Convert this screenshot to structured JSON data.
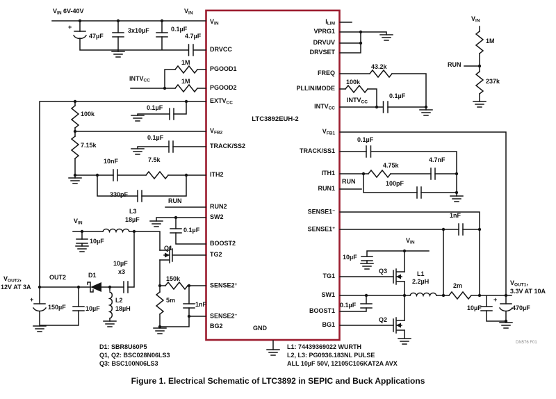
{
  "caption": "Figure 1. Electrical Schematic of LTC3892 in SEPIC and Buck Applications",
  "doc_code": "DN576 F01",
  "chip": {
    "name": "LTC3892EUH-2",
    "gnd": "GND",
    "border_color": "#9c1c2e",
    "pins_left": [
      {
        "base": "V",
        "sub": "IN"
      },
      {
        "base": "DRVCC"
      },
      {
        "base": "PGOOD1"
      },
      {
        "base": "PGOOD2"
      },
      {
        "base": "EXTV",
        "sub": "CC"
      },
      {
        "base": "V",
        "sub": "FB2"
      },
      {
        "base": "TRACK/SS2"
      },
      {
        "base": "ITH2"
      },
      {
        "base": "RUN2"
      },
      {
        "base": "SW2"
      },
      {
        "base": "BOOST2"
      },
      {
        "base": "TG2"
      },
      {
        "base": "SENSE2",
        "sup": "+"
      },
      {
        "base": "SENSE2",
        "sup": "−"
      },
      {
        "base": "BG2"
      }
    ],
    "pins_right": [
      {
        "base": "I",
        "sub": "LIM"
      },
      {
        "base": "VPRG1"
      },
      {
        "base": "DRVUV"
      },
      {
        "base": "DRVSET"
      },
      {
        "base": "FREQ"
      },
      {
        "base": "PLLIN/MODE"
      },
      {
        "base": "INTV",
        "sub": "CC"
      },
      {
        "base": "V",
        "sub": "FB1"
      },
      {
        "base": "TRACK/SS1"
      },
      {
        "base": "ITH1"
      },
      {
        "base": "RUN1"
      },
      {
        "base": "SENSE1",
        "sup": "−"
      },
      {
        "base": "SENSE1",
        "sup": "+"
      },
      {
        "base": "TG1"
      },
      {
        "base": "SW1"
      },
      {
        "base": "BOOST1"
      },
      {
        "base": "BG1"
      }
    ]
  },
  "nets": {
    "vin_base": "V",
    "vin_sub": "IN",
    "vin_range_tail": " 6V-40V",
    "intvcc_base": "INTV",
    "intvcc_sub": "CC",
    "run": "RUN",
    "vout2_base": "V",
    "vout2_sub": "OUT2",
    "vout2_tail": ",",
    "vout2_line2": "12V AT 3A",
    "vout1_base": "V",
    "vout1_sub": "OUT1",
    "vout1_tail": ",",
    "vout1_line2": "3.3V AT 10A",
    "out2": "OUT2"
  },
  "values": {
    "plus": "+",
    "c_in_bulk": "47µF",
    "c_in_cer": "3x10µF",
    "c_in_hf": "0.1µF",
    "c_drvcc": "4.7µF",
    "r_pgood1": "1M",
    "r_pgood2": "1M",
    "c_extvcc": "0.1µF",
    "r_fb2_top": "100k",
    "r_fb2_bot": "7.15k",
    "c_ss2": "0.1µF",
    "r_ith2": "7.5k",
    "c_ith2": "10nF",
    "c_ith2_hf": "330pF",
    "l3_ref": "L3",
    "l3_val": "18µF",
    "c_vin_sepic": "10µF",
    "c_boost2": "0.1µF",
    "q1_ref": "Q1",
    "r_sense2_flt": "150k",
    "r_sense2": "5m",
    "c_sense2": "1nF",
    "d1_ref": "D1",
    "c_couple": "10µF",
    "c_couple_qty": "x3",
    "c_out2_bulk": "150µF",
    "c_out2": "10µF",
    "l2_ref": "L2",
    "l2_val": "18µH",
    "r_freq": "43.2k",
    "r_mode": "100k",
    "c_intvcc": "0.1µF",
    "r_run_top": "1M",
    "r_run_bot": "237k",
    "c_ss1": "0.1µF",
    "r_ith1": "4.75k",
    "c_ith1": "4.7nF",
    "c_ith1_hf": "100pF",
    "c_sense1": "1nF",
    "c_vin_buck": "10µF",
    "q3_ref": "Q3",
    "l1_ref": "L1",
    "l1_val": "2.2µH",
    "r_sense1": "2m",
    "c_boost1": "0.1µF",
    "q2_ref": "Q2",
    "c_out1": "10µF",
    "c_out1_bulk": "470µF"
  },
  "notes_left": [
    "D1: SBR8U60P5",
    "Q1, Q2: BSC028N06LS3",
    "Q3: BSC100N06LS3"
  ],
  "notes_right": [
    "L1: 74439369022 WURTH",
    "L2, L3: PG0936.183NL PULSE",
    "ALL 10µF 50V, 12105C106KAT2A AVX"
  ]
}
